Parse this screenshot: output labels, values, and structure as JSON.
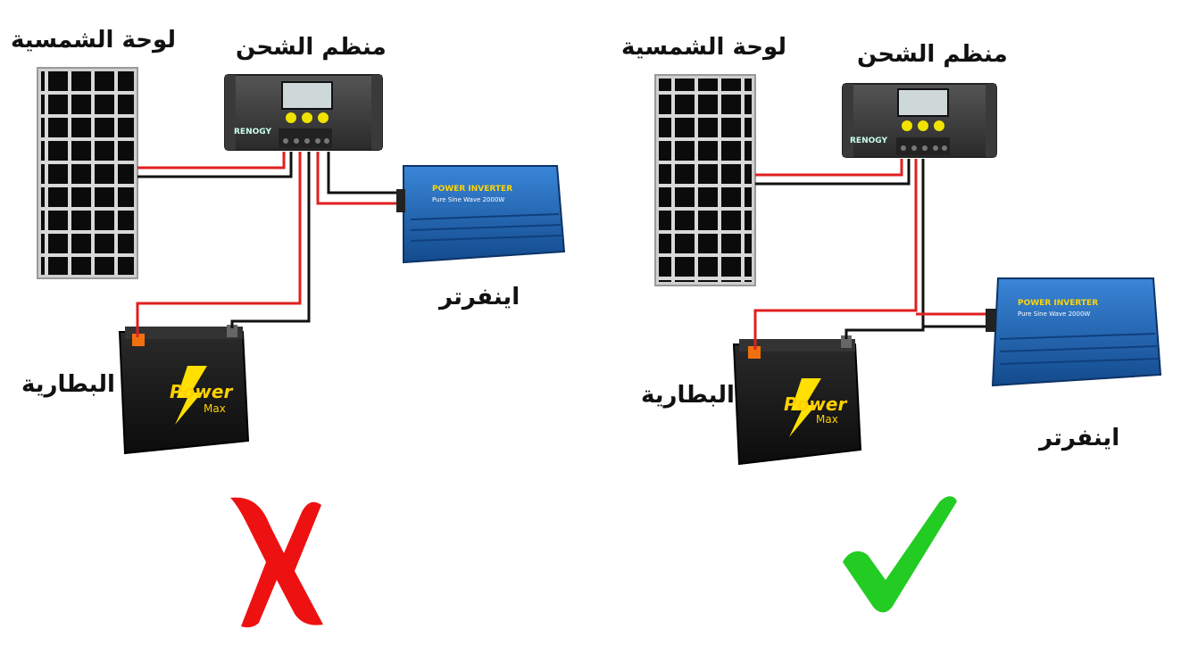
{
  "left_diagram": {
    "panel_label": "لوحة الشمسية",
    "controller_label": "منظم الشحن",
    "inverter_label": "اينفرتر",
    "battery_label": "البطارية",
    "controller_brand": "RENOGY",
    "inverter_text": "POWER INVERTER",
    "inverter_subtext": "Pure Sine Wave 2000W",
    "battery_brand": "Power",
    "battery_sub": "Max",
    "verdict_icon": "red-x-icon"
  },
  "right_diagram": {
    "panel_label": "لوحة الشمسية",
    "controller_label": "منظم الشحن",
    "inverter_label": "اينفرتر",
    "battery_label": "البطارية",
    "controller_brand": "RENOGY",
    "inverter_text": "POWER INVERTER",
    "inverter_subtext": "Pure Sine Wave 2000W",
    "battery_brand": "Power",
    "battery_sub": "Max",
    "verdict_icon": "green-check-icon"
  },
  "colors": {
    "wire_positive": "#e02020",
    "wire_negative": "#111111",
    "wrong": "#ee1111",
    "correct": "#22cc22",
    "inverter_blue": "#1d5fb0"
  }
}
